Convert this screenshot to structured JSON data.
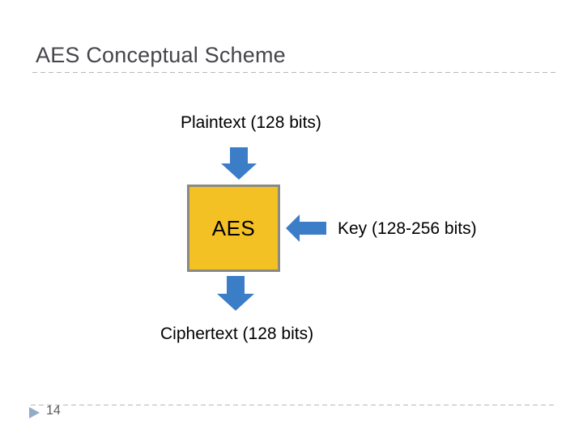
{
  "slide": {
    "title": "AES Conceptual Scheme",
    "page_number": "14"
  },
  "diagram": {
    "plaintext_label": "Plaintext (128 bits)",
    "aes_box_label": "AES",
    "key_label": "Key (128-256 bits)",
    "ciphertext_label": "Ciphertext (128 bits)"
  },
  "icons": {
    "down_arrow_1": "block-arrow-down",
    "down_arrow_2": "block-arrow-down",
    "key_arrow": "block-arrow-left",
    "footer_marker": "right-pointing-triangle"
  },
  "colors": {
    "arrow_blue": "#3C7DC8",
    "box_fill": "#F4C125",
    "box_border": "#8A8A82",
    "title_text": "#45454C",
    "label_text": "#000000",
    "page_number_text": "#595959",
    "divider_dash": "#B3BAB3",
    "footer_marker": "#94ABC7"
  }
}
